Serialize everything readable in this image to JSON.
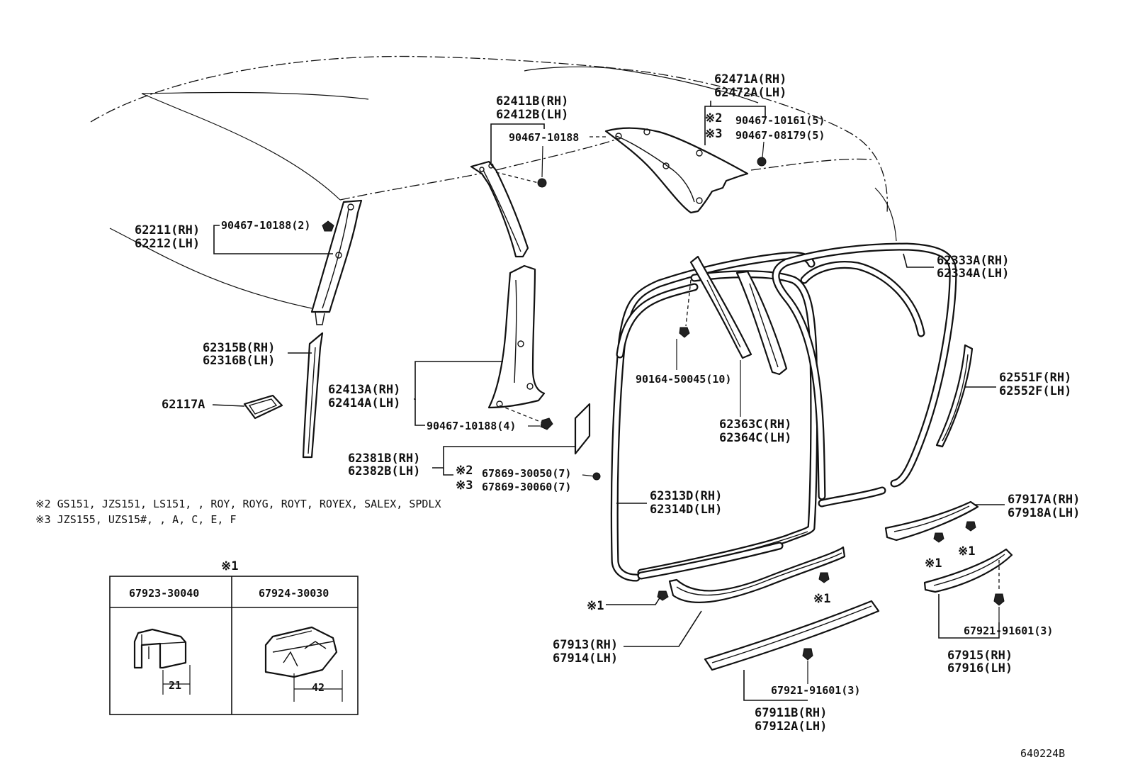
{
  "parts": {
    "p62471": "62471A(RH)",
    "p62472": "62472A(LH)",
    "p90467_10161": "90467-10161(5)",
    "p90467_08179": "90467-08179(5)",
    "mark2": "※2",
    "mark3": "※3",
    "p62411": "62411B(RH)",
    "p62412": "62412B(LH)",
    "p90467_10188_a": "90467-10188",
    "p62211": "62211(RH)",
    "p62212": "62212(LH)",
    "p90467_10188_b": "90467-10188(2)",
    "p62315": "62315B(RH)",
    "p62316": "62316B(LH)",
    "p62117": "62117A",
    "p62413": "62413A(RH)",
    "p62414": "62414A(LH)",
    "p90467_10188_c": "90467-10188(4)",
    "p62381": "62381B(RH)",
    "p62382": "62382B(LH)",
    "p67869_30050": "67869-30050(7)",
    "p67869_30060": "67869-30060(7)",
    "p90164": "90164-50045(10)",
    "p62363": "62363C(RH)",
    "p62364": "62364C(LH)",
    "p62333": "62333A(RH)",
    "p62334": "62334A(LH)",
    "p62551": "62551F(RH)",
    "p62552": "62552F(LH)",
    "p62313": "62313D(RH)",
    "p62314": "62314D(LH)",
    "p67917": "67917A(RH)",
    "p67918": "67918A(LH)",
    "mark1": "※1",
    "p67913": "67913(RH)",
    "p67914": "67914(LH)",
    "p67921_a": "67921-91601(3)",
    "p67921_b": "67921-91601(3)",
    "p67915": "67915(RH)",
    "p67916": "67916(LH)",
    "p67911": "67911B(RH)",
    "p67912": "67912A(LH)"
  },
  "notes": {
    "note2": "※2 GS151, JZS151, LS151, , ROY, ROYG, ROYT, ROYEX, SALEX, SPDLX",
    "note3": "※3 JZS155, UZS15#, , A, C, E, F"
  },
  "table": {
    "header": "※1",
    "col1": "67923-30040",
    "col2": "67924-30030",
    "dim1": "21",
    "dim2": "42"
  },
  "diagram_code": "640224B"
}
